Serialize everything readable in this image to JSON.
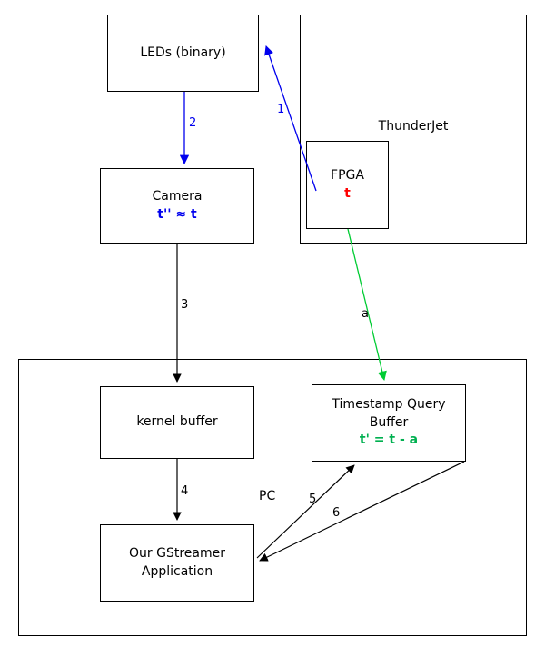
{
  "diagram": {
    "boxes": {
      "leds": {
        "label": "LEDs (binary)"
      },
      "thunderjet": {
        "label": "ThunderJet"
      },
      "fpga": {
        "label": "FPGA",
        "value": "t"
      },
      "camera": {
        "label": "Camera",
        "value": "t'' ≈ t"
      },
      "pc": {
        "label": "PC"
      },
      "kernel_buffer": {
        "label": "kernel buffer"
      },
      "timestamp_query_buffer": {
        "label": "Timestamp Query Buffer",
        "value": "t' = t - a"
      },
      "gstreamer_app": {
        "label": "Our GStreamer Application"
      }
    },
    "edge_labels": {
      "e1": "1",
      "e2": "2",
      "e3": "3",
      "e4": "4",
      "e5": "5",
      "e6": "6",
      "ea": "a"
    },
    "colors": {
      "blue": "#0000ee",
      "red": "#ff0000",
      "green_text": "#00b050",
      "green_arrow": "#00cc33",
      "black": "#000000",
      "background": "#ffffff"
    }
  }
}
